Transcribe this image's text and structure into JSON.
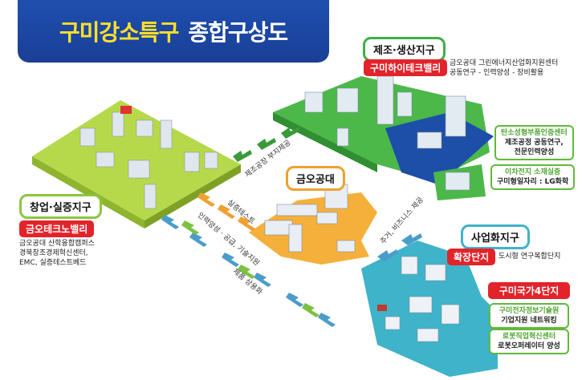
{
  "title": {
    "part1": "구미강소특구",
    "part2": "종합구상도"
  },
  "zones": {
    "manufacturing": {
      "label": "제조·생산지구",
      "tag": "구미하이테크밸리",
      "desc": [
        "금오공대 그린에너지산업화지원센터",
        "공동연구 - 인력양성 - 장비활용"
      ],
      "boxes": [
        {
          "head": "탄소성형부품인증센터",
          "body": [
            "제조공정 공동연구,",
            "전문인력양성"
          ]
        },
        {
          "head": "이차전지 소재실증",
          "body": [
            "구미형일자리 : LG화학"
          ]
        }
      ]
    },
    "startup": {
      "label": "창업·실증지구",
      "tag": "금오테크노밸리",
      "desc": [
        "금오공대 산학융합캠퍼스",
        "경북창조경제혁신센터,",
        "EMC, 실증테스트베드"
      ]
    },
    "university": {
      "label": "금오공대"
    },
    "commercial": {
      "label": "사업화지구",
      "tag": "확장단지",
      "tag_desc": "도시형 연구복합단지",
      "tag2": "구미국가4단지",
      "boxes": [
        {
          "head": "구미전자정보기술원",
          "body": [
            "기업지원 네트워킹"
          ]
        },
        {
          "head": "로봇직업혁신센터",
          "body": [
            "로봇오퍼레이터 양성"
          ]
        }
      ]
    }
  },
  "flows": [
    "제조공장 부지제공",
    "실증테스트",
    "인력양성 · 공급, 기술지원",
    "제품 상용화",
    "주거, 비즈니스 제공"
  ],
  "colors": {
    "banner": "#1e4fb0",
    "title_accent": "#ffe02a",
    "tag_red": "#e3232a",
    "green_zone": "#4cb84a",
    "lime_zone": "#b5d94a",
    "orange_zone": "#f5b03c",
    "teal_zone": "#3fb3c9",
    "water": "#1d4fa8"
  }
}
